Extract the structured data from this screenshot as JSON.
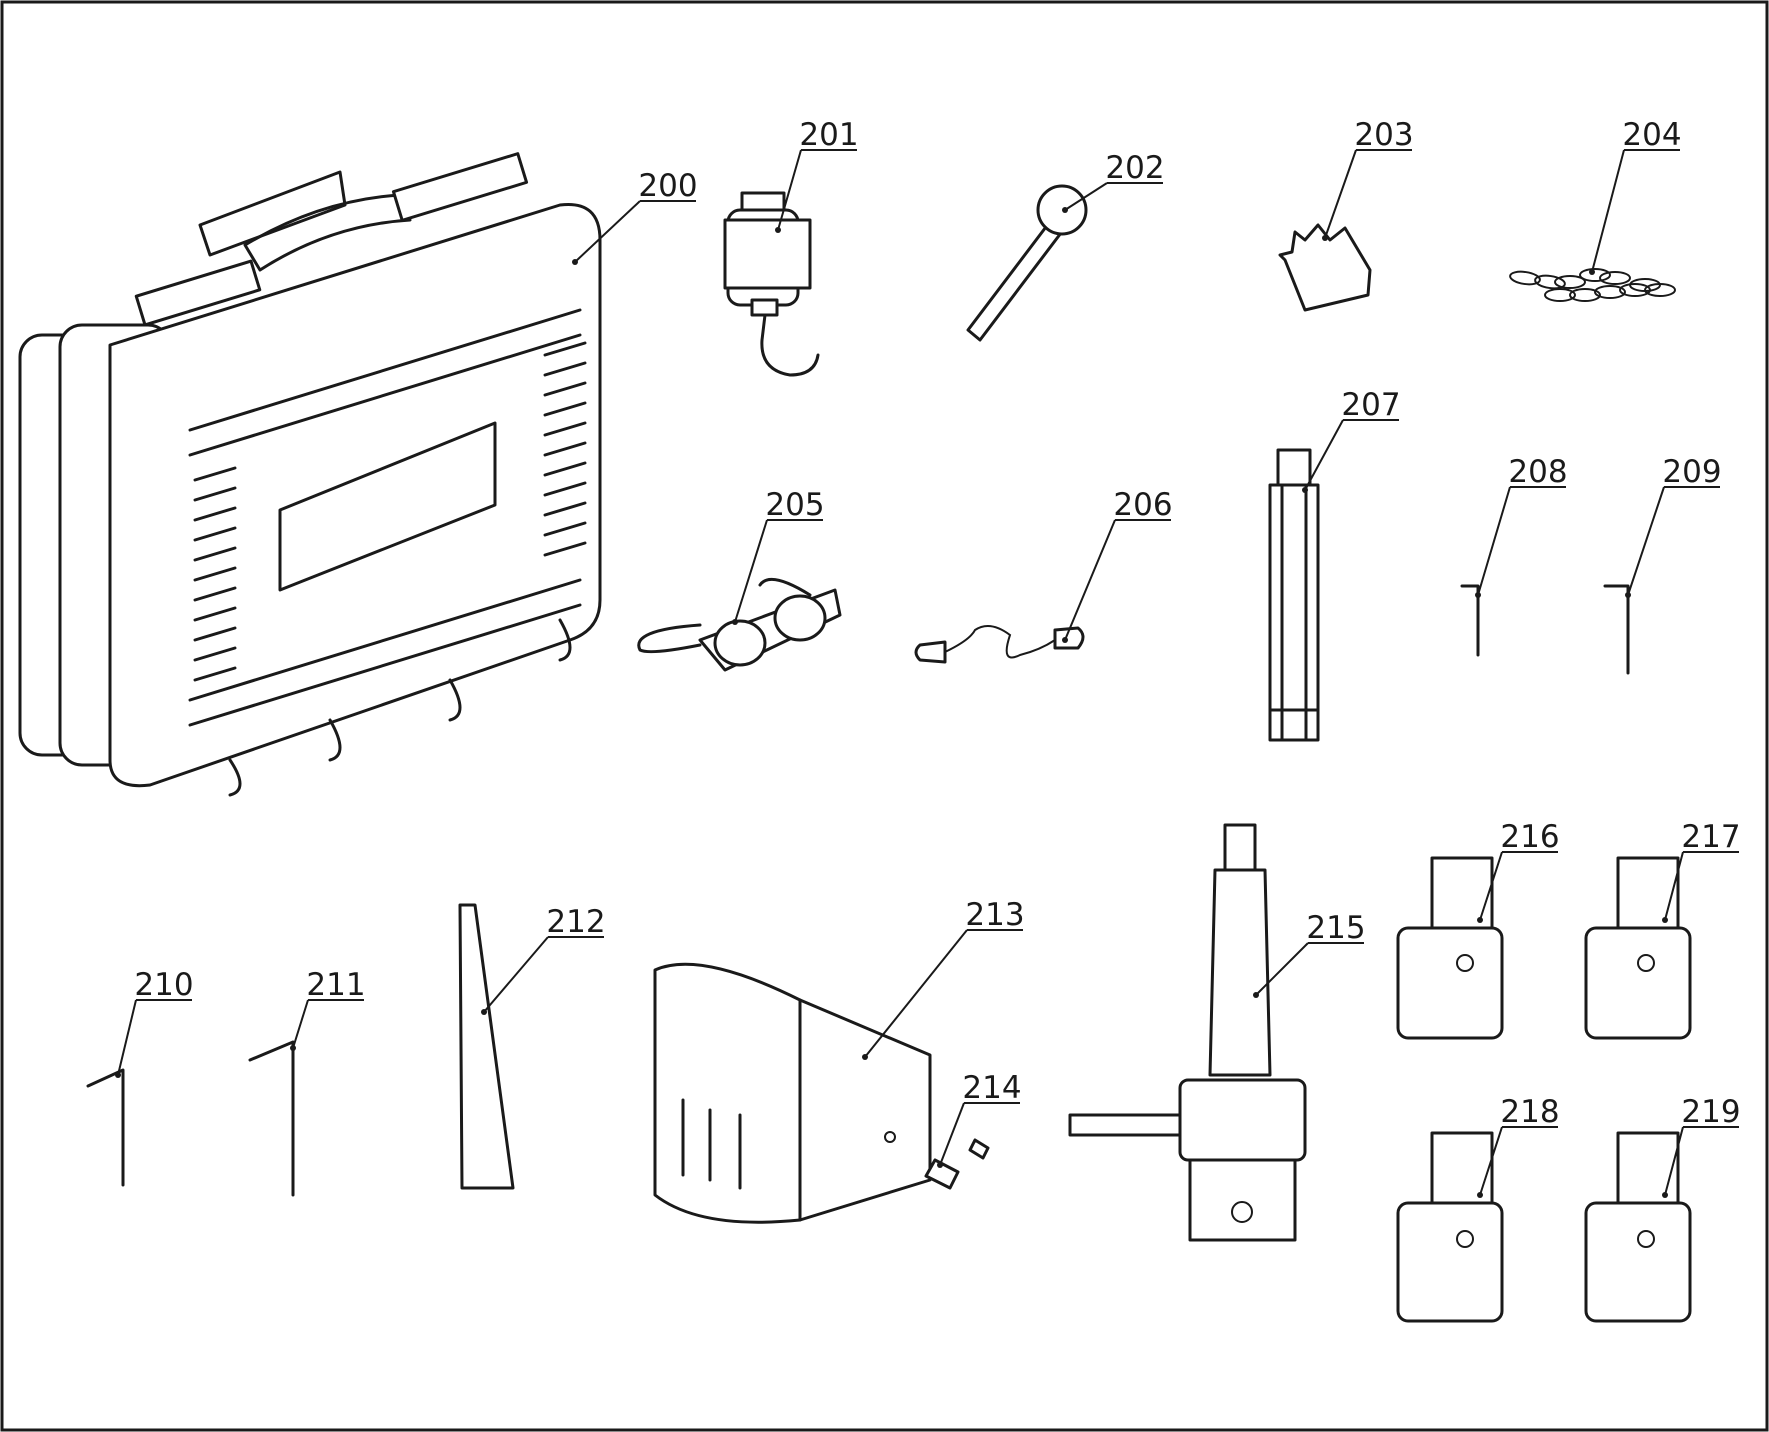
{
  "title": "Accessory parts diagram",
  "parts": [
    {
      "id": "200",
      "name": "carrying-case"
    },
    {
      "id": "201",
      "name": "coolant-bottle"
    },
    {
      "id": "202",
      "name": "ejector-pin"
    },
    {
      "id": "203",
      "name": "glove"
    },
    {
      "id": "204",
      "name": "safety-chain"
    },
    {
      "id": "205",
      "name": "safety-goggles"
    },
    {
      "id": "206",
      "name": "ear-plugs"
    },
    {
      "id": "207",
      "name": "extension-bar"
    },
    {
      "id": "208",
      "name": "hex-key-small"
    },
    {
      "id": "209",
      "name": "hex-key"
    },
    {
      "id": "210",
      "name": "hex-key-long"
    },
    {
      "id": "211",
      "name": "hex-key-large"
    },
    {
      "id": "212",
      "name": "drift-wedge"
    },
    {
      "id": "213",
      "name": "chip-guard"
    },
    {
      "id": "214",
      "name": "guard-screws"
    },
    {
      "id": "215",
      "name": "arbor-adapter"
    },
    {
      "id": "216",
      "name": "adapter-sleeve-a"
    },
    {
      "id": "217",
      "name": "adapter-sleeve-b"
    },
    {
      "id": "218",
      "name": "adapter-sleeve-c"
    },
    {
      "id": "219",
      "name": "adapter-sleeve-d"
    }
  ]
}
